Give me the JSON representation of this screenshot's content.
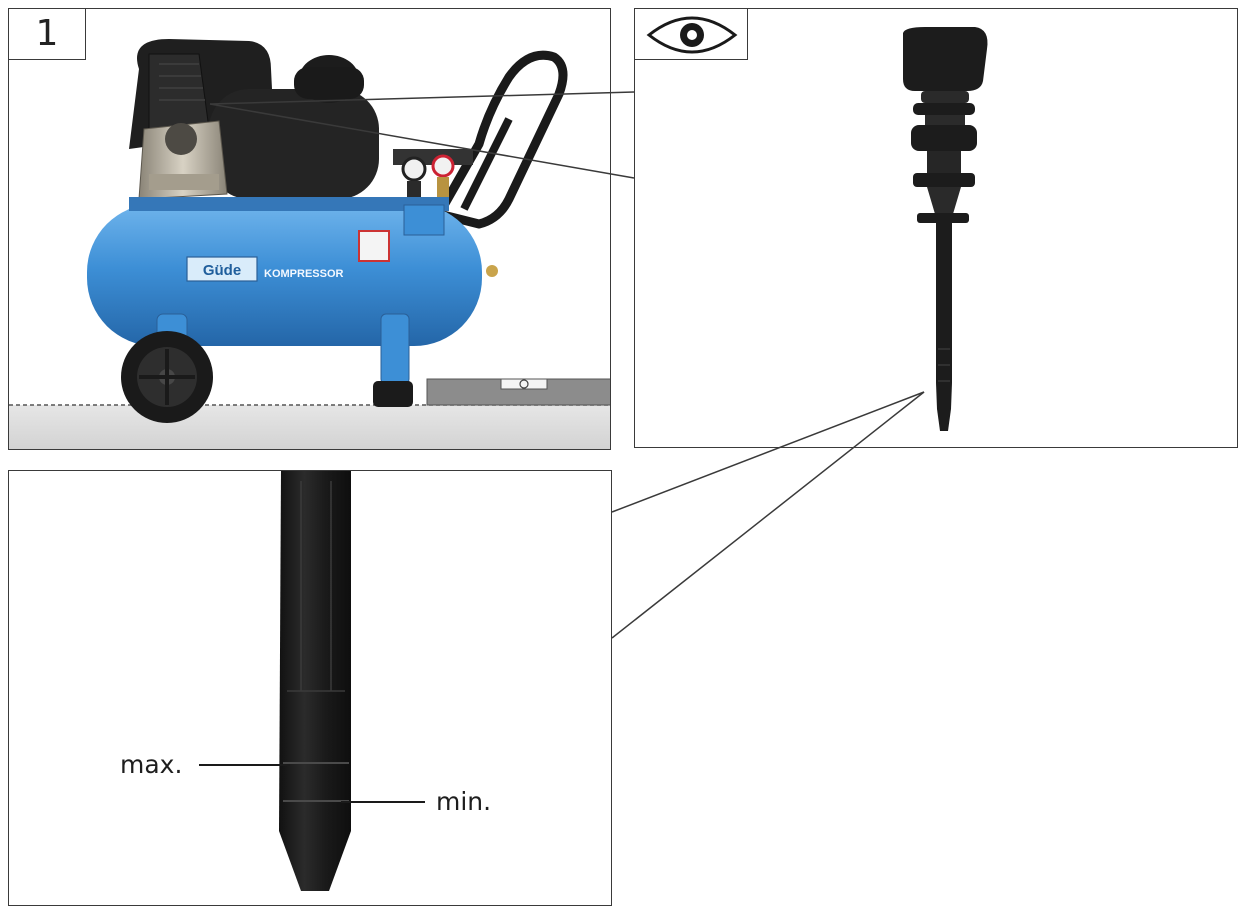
{
  "step": {
    "number": "1"
  },
  "compressor": {
    "brand_label": "Güde",
    "model_label": "KOMPRESSOR"
  },
  "detail": {
    "label_max": "max.",
    "label_min": "min."
  },
  "icons": {
    "view": "eye-icon"
  },
  "colors": {
    "tank_blue": "#3d8fd6",
    "frame_line": "#3a3a3a",
    "dipstick_black": "#1c1c1c"
  }
}
